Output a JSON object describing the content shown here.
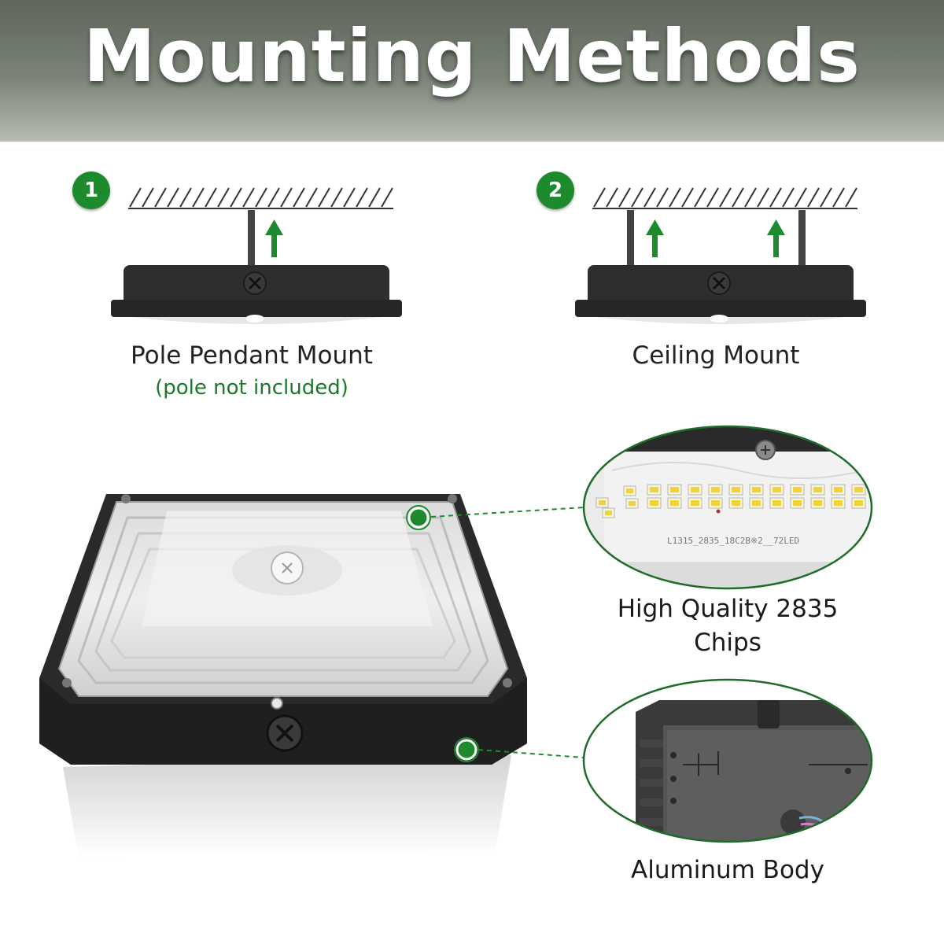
{
  "header": {
    "title": "Mounting Methods"
  },
  "methods": [
    {
      "step": "1",
      "title": "Pole Pendant Mount",
      "note": "(pole not included)"
    },
    {
      "step": "2",
      "title": "Ceiling Mount"
    }
  ],
  "chip_label": "L1315_2835_18C2B※2__72LED",
  "features": [
    {
      "caption_line1": "High Quality 2835",
      "caption_line2": "Chips"
    },
    {
      "caption_line1": "Aluminum Body"
    }
  ],
  "colors": {
    "accent_green": "#1e8a2e",
    "banner": "#6e766a",
    "fixture_body": "#2b2b2b"
  }
}
